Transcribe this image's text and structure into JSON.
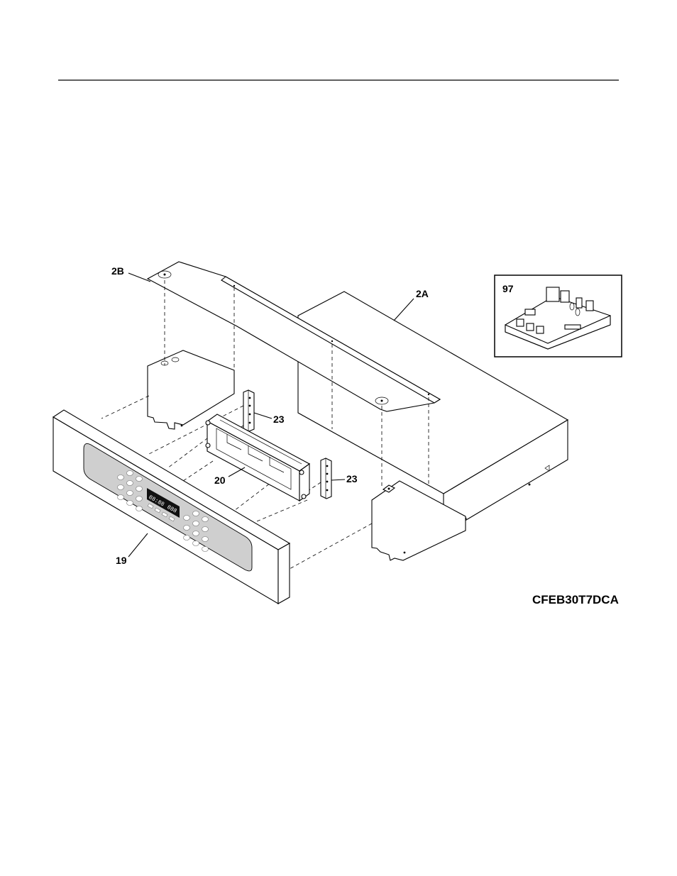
{
  "labels": {
    "part_2b": "2B",
    "part_2a": "2A",
    "part_97": "97",
    "part_23_top": "23",
    "part_23_bottom": "23",
    "part_20": "20",
    "part_19": "19"
  },
  "model_number": "CFEB30T7DCA",
  "display_digits": {
    "left": "88:88",
    "right": "888"
  },
  "colors": {
    "ink": "#000000",
    "glass_panel": "#cfcfcf",
    "background": "#ffffff"
  }
}
